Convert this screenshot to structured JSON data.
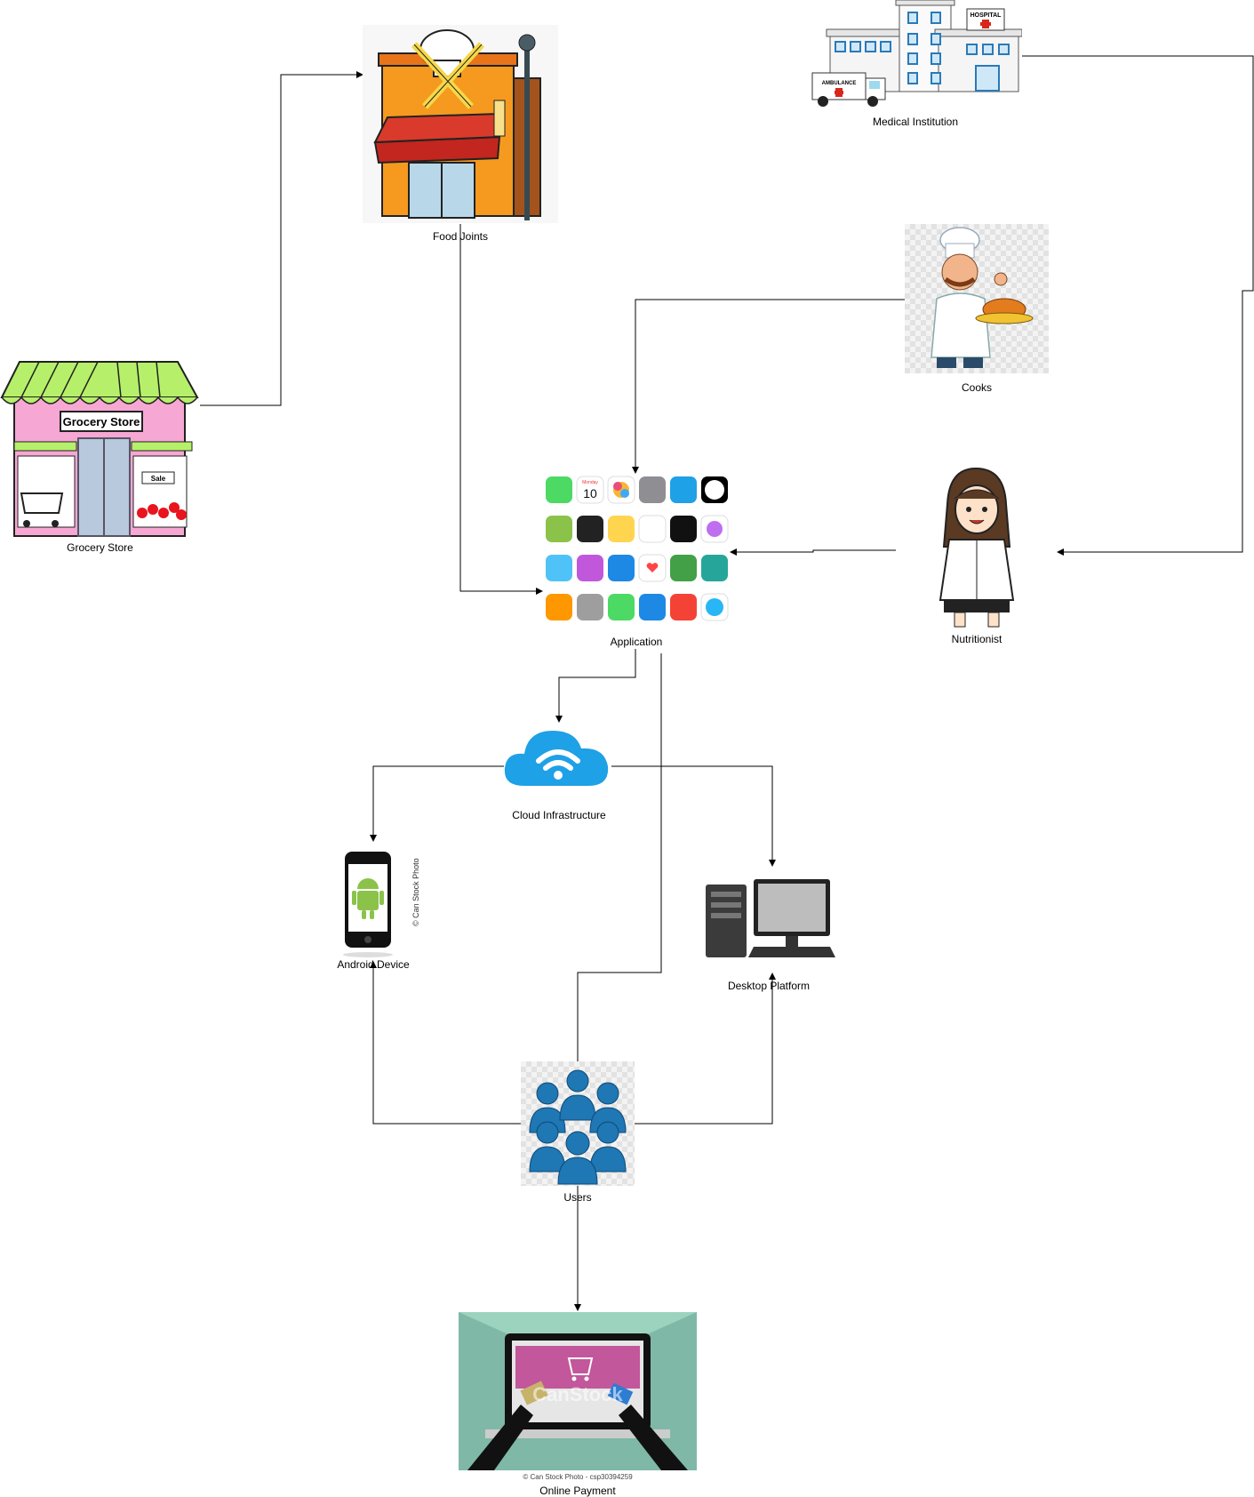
{
  "nodes": {
    "grocery_store": {
      "label": "Grocery Store",
      "sign": "Grocery Store",
      "sale": "Sale"
    },
    "food_joints": {
      "label": "Food Joints"
    },
    "medical_institution": {
      "label": "Medical Institution",
      "hospital_sign": "HOSPITAL",
      "ambulance_sign": "AMBULANCE"
    },
    "cooks": {
      "label": "Cooks"
    },
    "application": {
      "label": "Application",
      "calendar_day": "Monday",
      "calendar_date": "10"
    },
    "nutritionist": {
      "label": "Nutritionist"
    },
    "cloud": {
      "label": "Cloud Infrastructure"
    },
    "android": {
      "label": "Android Device",
      "watermark": "© Can Stock Photo"
    },
    "desktop": {
      "label": "Desktop Platform"
    },
    "users": {
      "label": "Users"
    },
    "payment": {
      "label": "Online Payment",
      "watermark": "CanStock",
      "credit": "© Can Stock Photo - csp30394259"
    }
  },
  "colors": {
    "line": "#000000",
    "awning_green": "#b6f06a",
    "store_pink": "#f4a6d2",
    "cloud_blue": "#1ea1e6",
    "users_blue": "#1f77b4",
    "payment_bg": "#9cd3bf"
  }
}
